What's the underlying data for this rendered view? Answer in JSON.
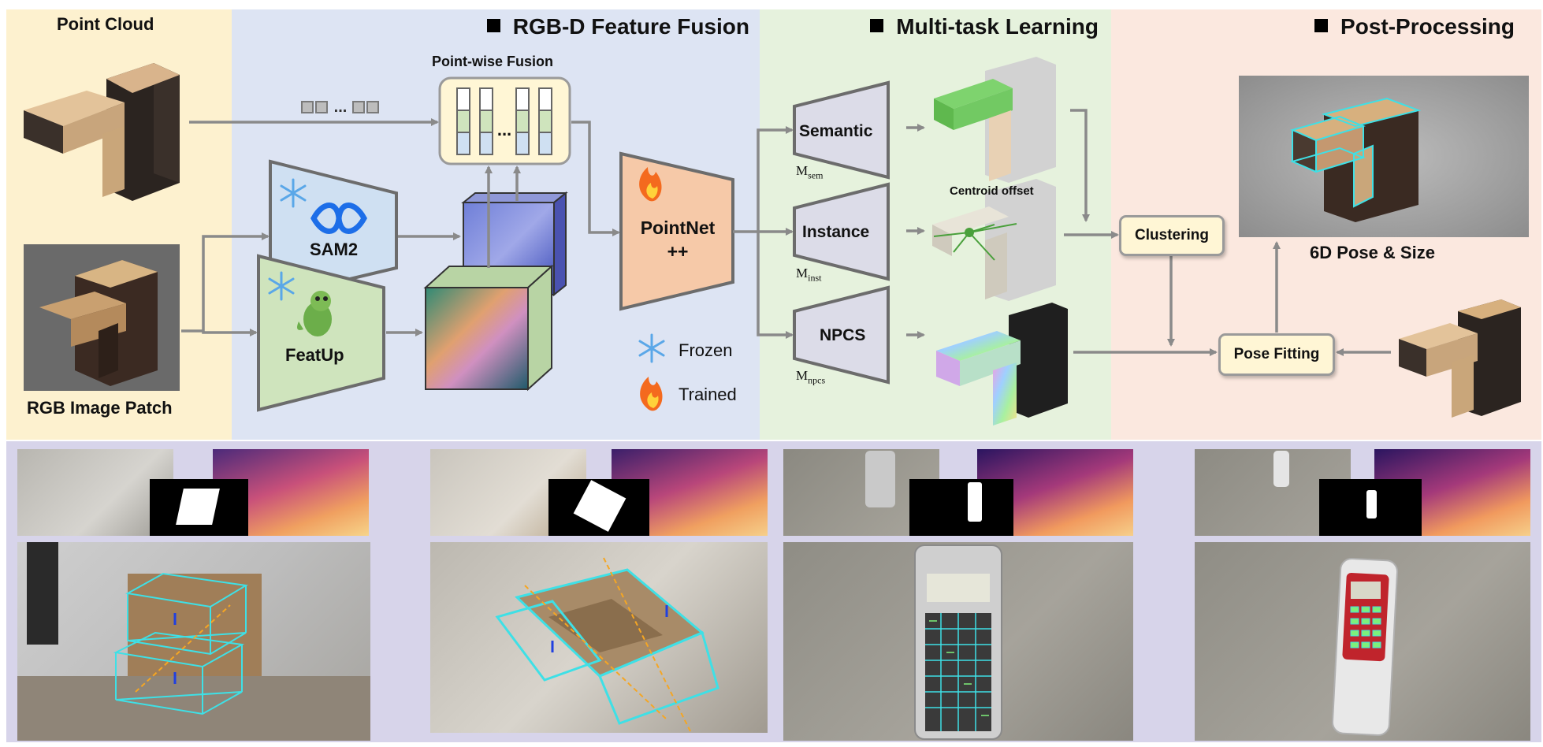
{
  "sections": {
    "point_cloud": "Point Cloud",
    "rgb_patch": "RGB Image Patch",
    "fusion": "RGB-D Feature Fusion",
    "multitask": "Multi-task Learning",
    "post": "Post-Processing"
  },
  "fusion": {
    "pointwise": "Point-wise Fusion",
    "ellipsis": "...",
    "sam2": "SAM2",
    "featup": "FeatUp",
    "pointnet": "PointNet",
    "pointnet_suffix": "++"
  },
  "legend": {
    "frozen": "Frozen",
    "trained": "Trained"
  },
  "heads": {
    "semantic": "Semantic",
    "instance": "Instance",
    "npcs": "NPCS",
    "m_sem": "M",
    "m_sem_sub": "sem",
    "m_inst": "M",
    "m_inst_sub": "inst",
    "m_npcs": "M",
    "m_npcs_sub": "npcs"
  },
  "centroid": "Centroid offset",
  "post": {
    "clustering": "Clustering",
    "pose_fitting": "Pose Fitting",
    "result": "6D Pose & Size"
  },
  "colors": {
    "point_cloud_bg": "#fdf1cf",
    "fusion_bg": "#dde4f3",
    "multitask_bg": "#e6f2dd",
    "post_bg": "#fbe8df",
    "bottom_bg": "#d7d4ea",
    "box_fill": "#fff6d5",
    "head_fill": "#dcdce8",
    "pointnet_fill": "#f6c9a8",
    "sam_fill": "#cfe0f2",
    "featup_fill": "#cfe4bd",
    "bbox": "#3ee0e6",
    "arrow": "#8a8a8a"
  },
  "icons": [
    "snowflake-icon",
    "fire-icon",
    "infinity-logo-icon",
    "dragon-mascot-icon"
  ]
}
